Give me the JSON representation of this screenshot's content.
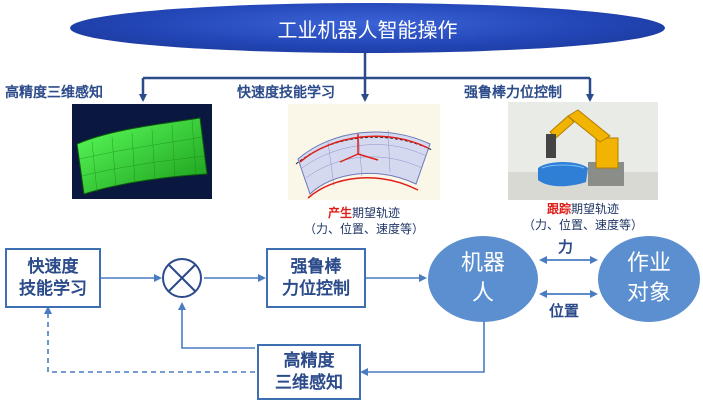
{
  "title": "工业机器人智能操作",
  "branches": [
    {
      "label": "高精度三维感知"
    },
    {
      "label": "快速度技能学习"
    },
    {
      "label": "强鲁棒力位控制"
    }
  ],
  "captions": {
    "left": {
      "red": "产生",
      "rest": "期望轨迹",
      "sub": "（力、位置、速度等）"
    },
    "right": {
      "red": "跟踪",
      "rest": "期望轨迹",
      "sub": "（力、位置、速度等）"
    }
  },
  "blocks": {
    "skill": {
      "line1": "快速度",
      "line2": "技能学习"
    },
    "control": {
      "line1": "强鲁棒",
      "line2": "力位控制"
    },
    "robot": {
      "line1": "机器",
      "line2": "人"
    },
    "task": {
      "line1": "作业",
      "line2": "对象"
    },
    "sensing": {
      "line1": "高精度",
      "line2": "三维感知"
    }
  },
  "flow_labels": {
    "force": "力",
    "position": "位置"
  },
  "colors": {
    "accent": "#2245b5",
    "block_border": "#3e6fb3",
    "circle": "#5b8fd0",
    "highlight": "#e0201a"
  }
}
